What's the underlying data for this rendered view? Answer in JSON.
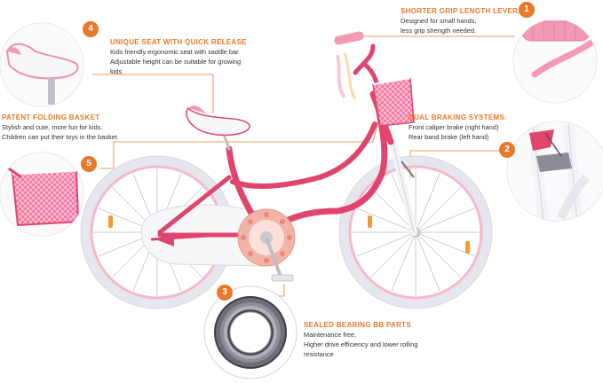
{
  "colors": {
    "accent": "#E8782A",
    "bike_frame": "#E0456E",
    "pink_light": "#F5A9BF",
    "tire": "#EDEDF2",
    "leader": "#E8782A"
  },
  "features": [
    {
      "number": "1",
      "title": "SHORTER GRIP LENGTH LEVER.",
      "lines": [
        "Designed for small hands,",
        "less grip strength needed."
      ]
    },
    {
      "number": "2",
      "title": "DUAL BRAKING SYSTEMS.",
      "lines": [
        "Front caliper brake  (right hand)",
        "Rear band brake  (left hand)"
      ]
    },
    {
      "number": "3",
      "title": "SEALED BEARING BB PARTS",
      "lines": [
        "Maintenance free,",
        "Higher drive efficiency and lower rolling",
        "resistance"
      ]
    },
    {
      "number": "4",
      "title": "UNIQUE SEAT WITH QUICK RELEASE",
      "lines": [
        "Kids friendly ergonomic seat with saddle bar",
        "Adjustable height can be suitable for growing",
        "kids"
      ]
    },
    {
      "number": "5",
      "title": "PATENT FOLDING BASKET",
      "lines": [
        "Stylish and cute, more fun for kids.",
        "Children can put their toys in the basket."
      ]
    }
  ]
}
